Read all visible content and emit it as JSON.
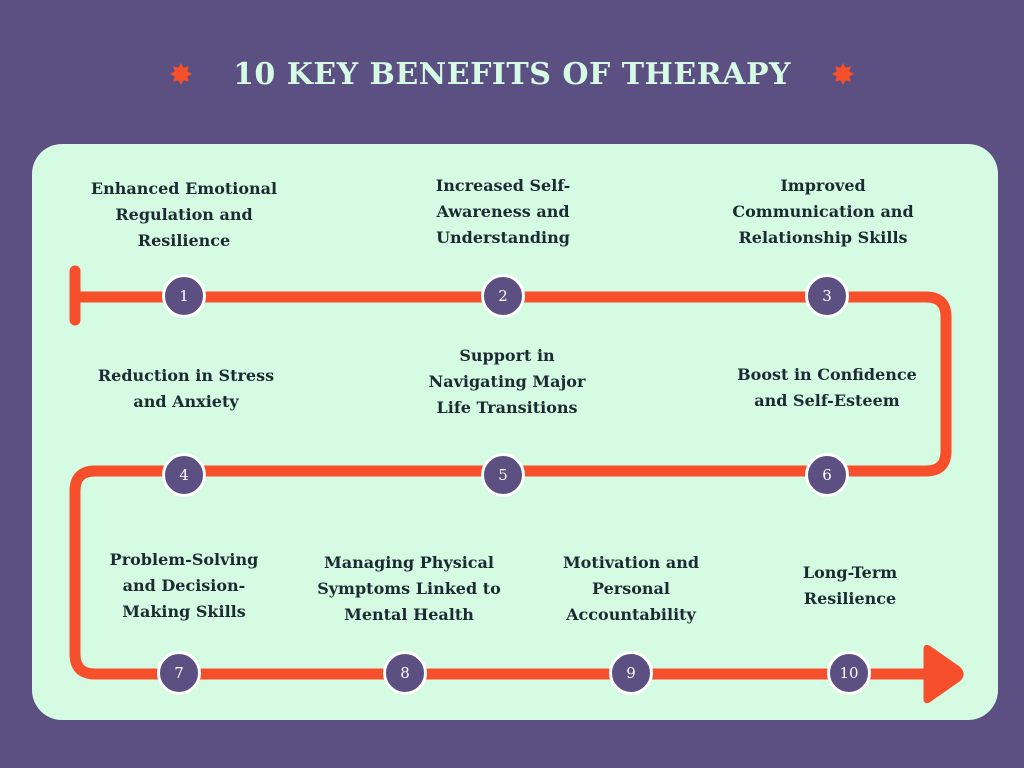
{
  "title": "10 KEY BENEFITS OF THERAPY",
  "colors": {
    "background": "#5b5081",
    "panel": "#d5fbe3",
    "path": "#f5502b",
    "title": "#d6fbe4",
    "badge": "#5b5081",
    "text": "#1c2b33"
  },
  "icons": {
    "title_left": "starburst-icon",
    "title_right": "starburst-icon",
    "path_end": "arrowhead-icon"
  },
  "steps": [
    {
      "number": "1",
      "label": "Enhanced Emotional Regulation and Resilience"
    },
    {
      "number": "2",
      "label": "Increased Self-Awareness and Understanding"
    },
    {
      "number": "3",
      "label": "Improved Communication and Relationship Skills"
    },
    {
      "number": "4",
      "label": "Reduction in Stress and Anxiety"
    },
    {
      "number": "5",
      "label": "Support in Navigating Major Life Transitions"
    },
    {
      "number": "6",
      "label": "Boost in Confidence and Self-Esteem"
    },
    {
      "number": "7",
      "label": "Problem-Solving and Decision-Making Skills"
    },
    {
      "number": "8",
      "label": "Managing Physical Symptoms Linked to Mental Health"
    },
    {
      "number": "9",
      "label": "Motivation and Personal Accountability"
    },
    {
      "number": "10",
      "label": "Long-Term Resilience"
    }
  ]
}
